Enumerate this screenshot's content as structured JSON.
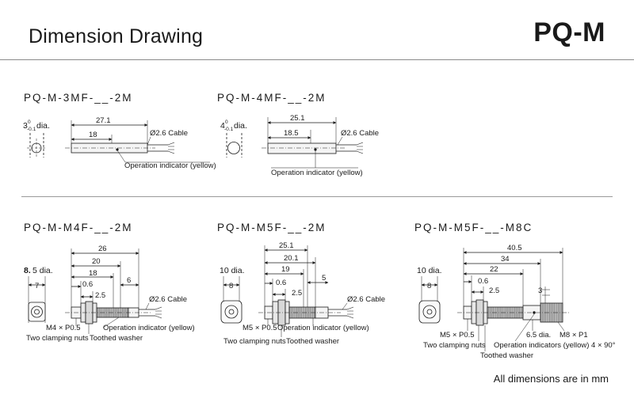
{
  "header": {
    "title": "Dimension Drawing",
    "brand": "PQ-M"
  },
  "footer": "All dimensions are in mm",
  "drawings": {
    "m3": {
      "model": "PQ-M-3MF-__-2M",
      "dia_main": "3",
      "dia_sup": "0",
      "dia_sub": "-0.1",
      "dia_unit": " dia.",
      "len_total": "27.1",
      "len_18": "18",
      "cable": "Ø2.6 Cable",
      "indicator": "Operation indicator (yellow)"
    },
    "m4": {
      "model": "PQ-M-4MF-__-2M",
      "dia_main": "4",
      "dia_sup": "0",
      "dia_sub": "-0.1",
      "dia_unit": " dia.",
      "len_total": "25.1",
      "len_185": "18.5",
      "cable": "Ø2.6 Cable",
      "indicator": "Operation indicator (yellow)"
    },
    "m4f": {
      "model": "PQ-M-M4F-__-2M",
      "dia_bold": "8.",
      "dia_rest": "5 dia.",
      "d_7": "7",
      "d_26": "26",
      "d_20": "20",
      "d_18": "18",
      "d_6": "6",
      "d_06": "0.6",
      "d_25": "2.5",
      "cable": "Ø2.6 Cable",
      "thread": "M4 × P0.5",
      "nuts": "Two clamping nuts",
      "washer": "Toothed washer",
      "indicator": "Operation indicator (yellow)"
    },
    "m5f": {
      "model": "PQ-M-M5F-__-2M",
      "dia": "10 dia.",
      "d_8": "8",
      "d_251": "25.1",
      "d_201": "20.1",
      "d_19": "19",
      "d_5": "5",
      "d_06": "0.6",
      "d_25": "2.5",
      "cable": "Ø2.6 Cable",
      "thread": "M5 × P0.5",
      "nuts": "Two clamping nuts",
      "washer": "Toothed washer",
      "indicator": "Operation indicator (yellow)"
    },
    "m5f8c": {
      "model": "PQ-M-M5F-__-M8C",
      "dia": "10 dia.",
      "d_8": "8",
      "d_405": "40.5",
      "d_34": "34",
      "d_22": "22",
      "d_06": "0.6",
      "d_25": "2.5",
      "d_3": "3",
      "d_65": "6.5 dia.",
      "m8": "M8 × P1",
      "thread": "M5 × P0.5",
      "nuts": "Two clamping nuts",
      "washer": "Toothed washer",
      "indicators": "Operation indicators (yellow) 4 × 90°"
    }
  }
}
